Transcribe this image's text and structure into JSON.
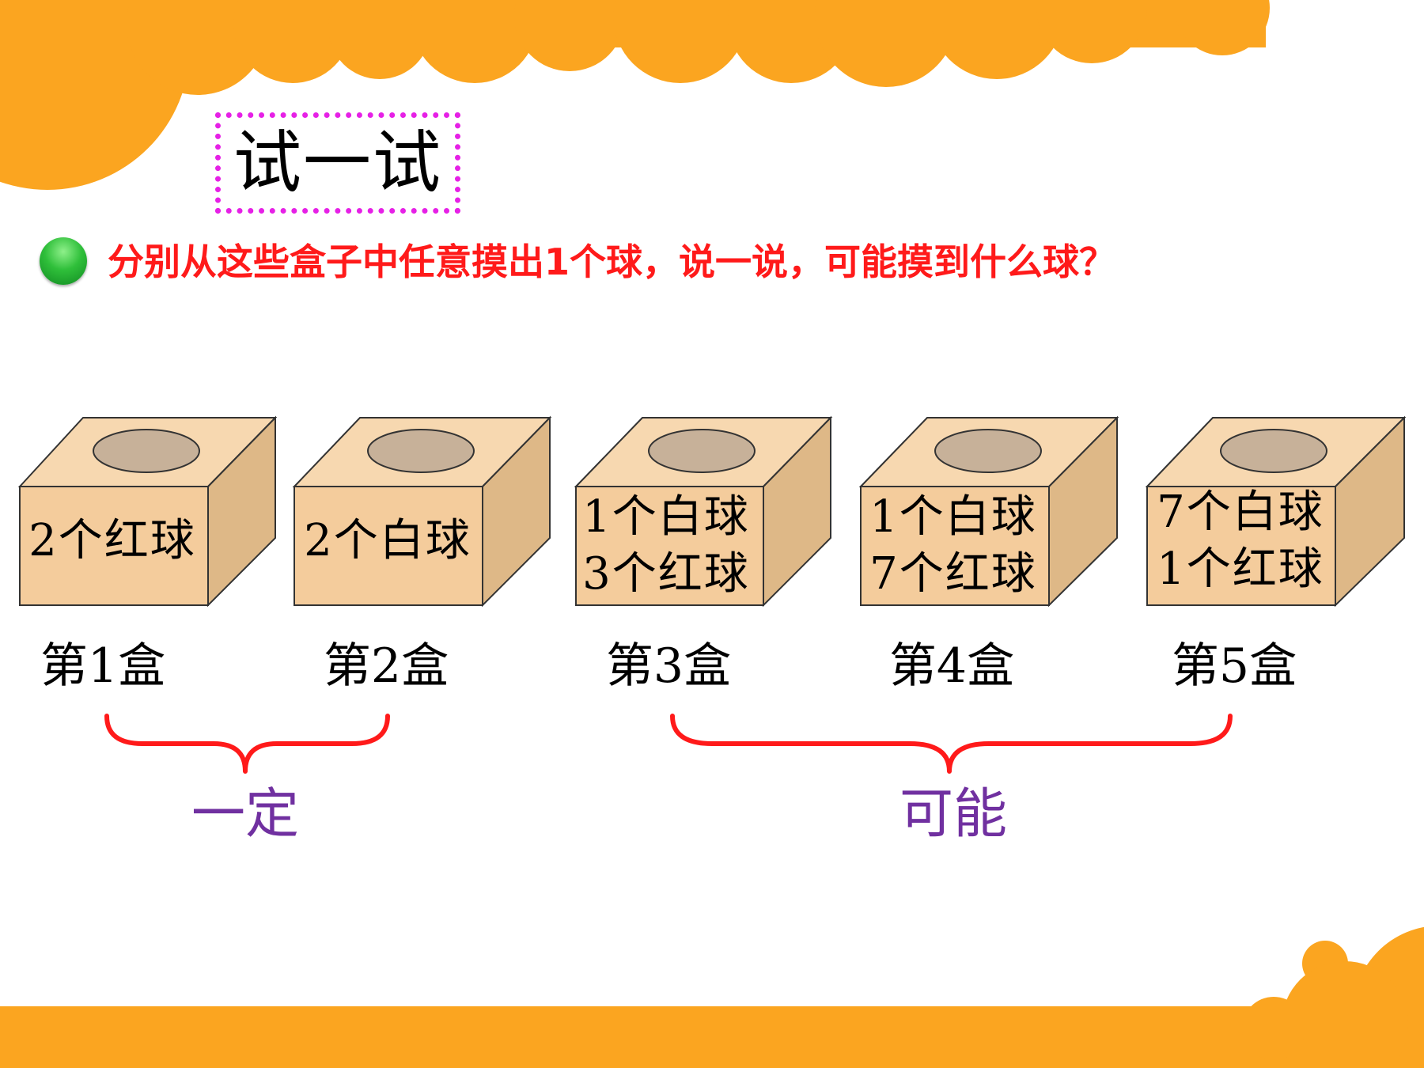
{
  "title": "试一试",
  "question": "分别从这些盒子中任意摸出1个球，说一说，可能摸到什么球？",
  "boxes": [
    {
      "lines": [
        "2个红球"
      ],
      "label": "第1盒"
    },
    {
      "lines": [
        "2个白球"
      ],
      "label": "第2盒"
    },
    {
      "lines": [
        "1个白球",
        "3个红球"
      ],
      "label": "第3盒"
    },
    {
      "lines": [
        "1个白球",
        "7个红球"
      ],
      "label": "第4盒"
    },
    {
      "lines": [
        "7个白球",
        "1个红球"
      ],
      "label": "第5盒"
    }
  ],
  "groups": [
    {
      "label": "一定"
    },
    {
      "label": "可能"
    }
  ],
  "colors": {
    "accent_orange": "#fba520",
    "question_red": "#ff1a1a",
    "title_border_magenta": "#e620e6",
    "bracket_red": "#ff1a1a",
    "group_label_purple": "#7030a0",
    "box_front": "#f4cc9c",
    "box_top": "#f7d8b0",
    "box_side": "#deb887"
  }
}
